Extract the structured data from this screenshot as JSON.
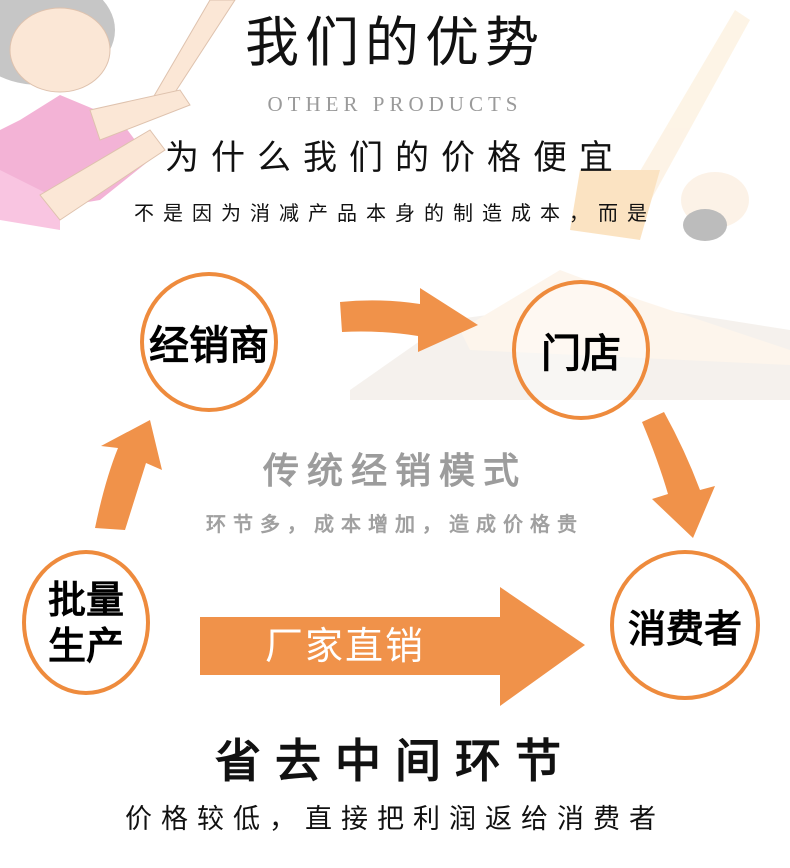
{
  "header": {
    "title": "我们的优势",
    "subtitle_en": "OTHER PRODUCTS",
    "question": "为什么我们的价格便宜",
    "reason": "不是因为消减产品本身的制造成本，而是"
  },
  "traditional_model": {
    "nodes": {
      "distributor": "经销商",
      "store": "门店",
      "producer": "批量生产",
      "consumer": "消费者"
    },
    "title": "传统经销模式",
    "description": "环节多，成本增加，造成价格贵"
  },
  "direct_model": {
    "arrow_label": "厂家直销"
  },
  "footer": {
    "title": "省去中间环节",
    "description": "价格较低，直接把利润返给消费者"
  },
  "colors": {
    "accent_orange": "#ee8b3d",
    "arrow_orange": "#f0924a",
    "text_dark": "#111111",
    "text_gray": "#9c9c9c"
  },
  "diagram": {
    "flow": [
      "批量生产",
      "经销商",
      "门店",
      "消费者"
    ],
    "shortcut": [
      "批量生产",
      "消费者"
    ]
  }
}
